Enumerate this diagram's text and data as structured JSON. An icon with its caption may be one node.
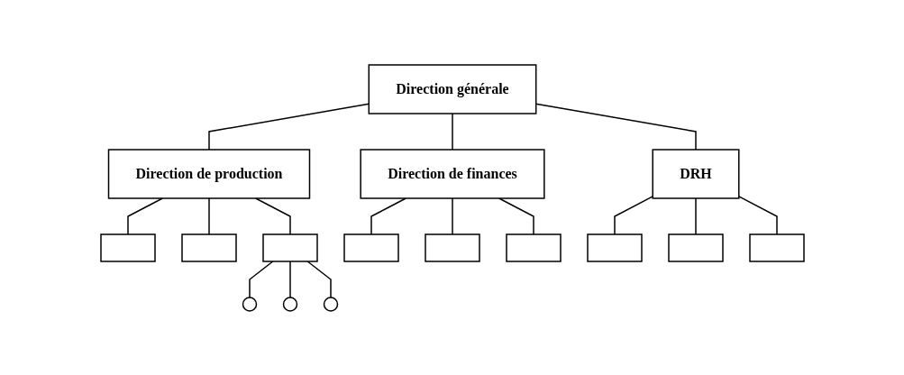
{
  "diagram": {
    "nodes": [
      {
        "text": [
          "Direction générale"
        ]
      },
      {
        "text": [
          "Direction de production"
        ]
      },
      {
        "text": [
          "Direction de finances"
        ]
      },
      {
        "text": [
          "DRH"
        ]
      },
      {
        "text": [],
        "shape": "box"
      },
      {
        "text": [],
        "shape": "box"
      },
      {
        "text": [],
        "shape": "box"
      },
      {
        "text": [],
        "shape": "circle"
      },
      {
        "text": [],
        "shape": "circle"
      },
      {
        "text": [],
        "shape": "circle"
      },
      {
        "text": [],
        "shape": "box"
      },
      {
        "text": [],
        "shape": "box"
      },
      {
        "text": [],
        "shape": "box"
      },
      {
        "text": [],
        "shape": "box"
      },
      {
        "text": [],
        "shape": "box"
      },
      {
        "text": [],
        "shape": "box"
      }
    ],
    "edges": [
      {
        "from": 0,
        "to": 1,
        "arrow": "none"
      },
      {
        "from": 0,
        "to": 2,
        "arrow": "none"
      },
      {
        "from": 0,
        "to": 3,
        "arrow": "none"
      },
      {
        "from": 1,
        "to": 4,
        "arrow": "none"
      },
      {
        "from": 1,
        "to": 5,
        "arrow": "none"
      },
      {
        "from": 1,
        "to": 6,
        "arrow": "none"
      },
      {
        "from": 6,
        "to": 7,
        "arrow": "none"
      },
      {
        "from": 6,
        "to": 8,
        "arrow": "none"
      },
      {
        "from": 6,
        "to": 9,
        "arrow": "none"
      },
      {
        "from": 2,
        "to": 10,
        "arrow": "none"
      },
      {
        "from": 2,
        "to": 11,
        "arrow": "none"
      },
      {
        "from": 2,
        "to": 12,
        "arrow": "none"
      },
      {
        "from": 3,
        "to": 13,
        "arrow": "none"
      },
      {
        "from": 3,
        "to": 14,
        "arrow": "none"
      },
      {
        "from": 3,
        "to": 15,
        "arrow": "none"
      }
    ]
  }
}
